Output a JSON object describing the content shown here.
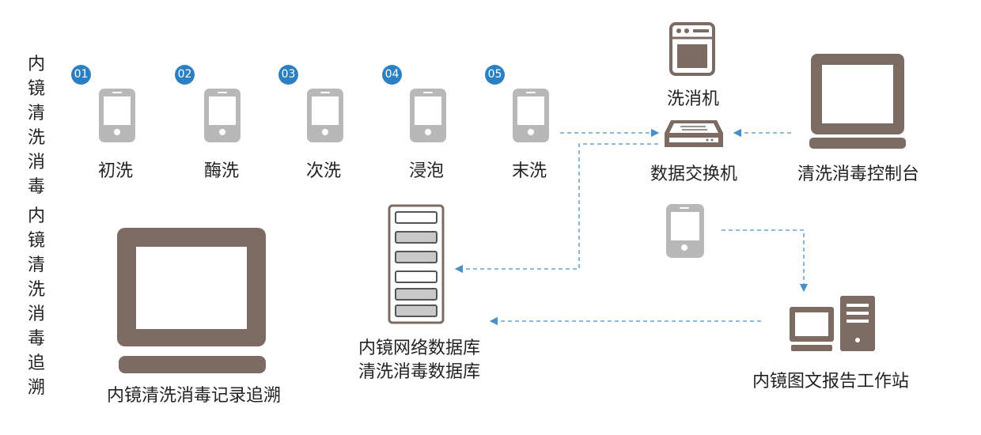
{
  "colors": {
    "accent": "#2c7fc0",
    "device": "#7b6b63",
    "phone": "#b8b8b8",
    "arrow": "#4a90c8"
  },
  "left_title": {
    "chars": [
      "内",
      "镜",
      "清",
      "洗",
      "消",
      "毒",
      "",
      "内",
      "镜",
      "清",
      "洗",
      "消",
      "毒",
      "追",
      "溯"
    ]
  },
  "steps": [
    {
      "num": "01",
      "label": "初洗"
    },
    {
      "num": "02",
      "label": "酶洗"
    },
    {
      "num": "03",
      "label": "次洗"
    },
    {
      "num": "04",
      "label": "浸泡"
    },
    {
      "num": "05",
      "label": "末洗"
    }
  ],
  "nodes": {
    "washer": "洗消机",
    "switch": "数据交换机",
    "console": "清洗消毒控制台",
    "database_line1": "内镜网络数据库",
    "database_line2": "清洗消毒数据库",
    "workstation": "内镜图文报告工作站",
    "trace_monitor": "内镜清洗消毒记录追溯"
  }
}
